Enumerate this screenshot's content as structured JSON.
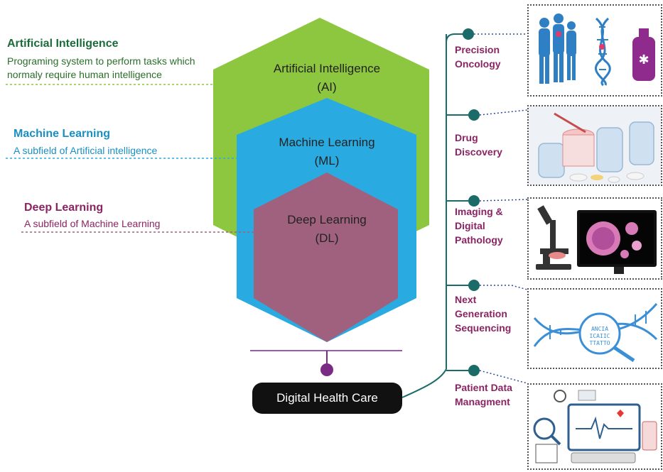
{
  "labels": {
    "ai": {
      "title": "Artificial Intelligence",
      "line1": "Programing system to perform tasks which",
      "line2": "normaly require human intelligence"
    },
    "ml": {
      "title": "Machine Learning",
      "line1": "A subfield of Artificial intelligence"
    },
    "dl": {
      "title": "Deep Learning",
      "line1": "A subfield of Machine Learning"
    }
  },
  "hexagons": {
    "ai": {
      "line1": "Artificial Intelligence",
      "line2": "(AI)"
    },
    "ml": {
      "line1": "Machine Learning",
      "line2": "(ML)"
    },
    "dl": {
      "line1": "Deep Learning",
      "line2": "(DL)"
    }
  },
  "hub": {
    "label": "Digital Health Care"
  },
  "applications": [
    {
      "line1": "Precision",
      "line2": "Oncology",
      "line3": ""
    },
    {
      "line1": "Drug",
      "line2": "Discovery",
      "line3": ""
    },
    {
      "line1": "Imaging &",
      "line2": "Digital",
      "line3": "Pathology"
    },
    {
      "line1": "Next",
      "line2": "Generation",
      "line3": "Sequencing"
    },
    {
      "line1": "Patient Data",
      "line2": "Managment",
      "line3": ""
    }
  ],
  "colors": {
    "ai": "#8dc63f",
    "ml": "#29abe2",
    "dl": "#a0617e",
    "accent": "#8b2463",
    "teal": "#1b6b68",
    "hub_dot": "#7b2a86"
  },
  "icons": [
    "people-dna-bottle-icon",
    "test-tubes-pills-icon",
    "microscope-monitor-icon",
    "dna-magnifier-icon",
    "medical-devices-monitor-icon"
  ]
}
